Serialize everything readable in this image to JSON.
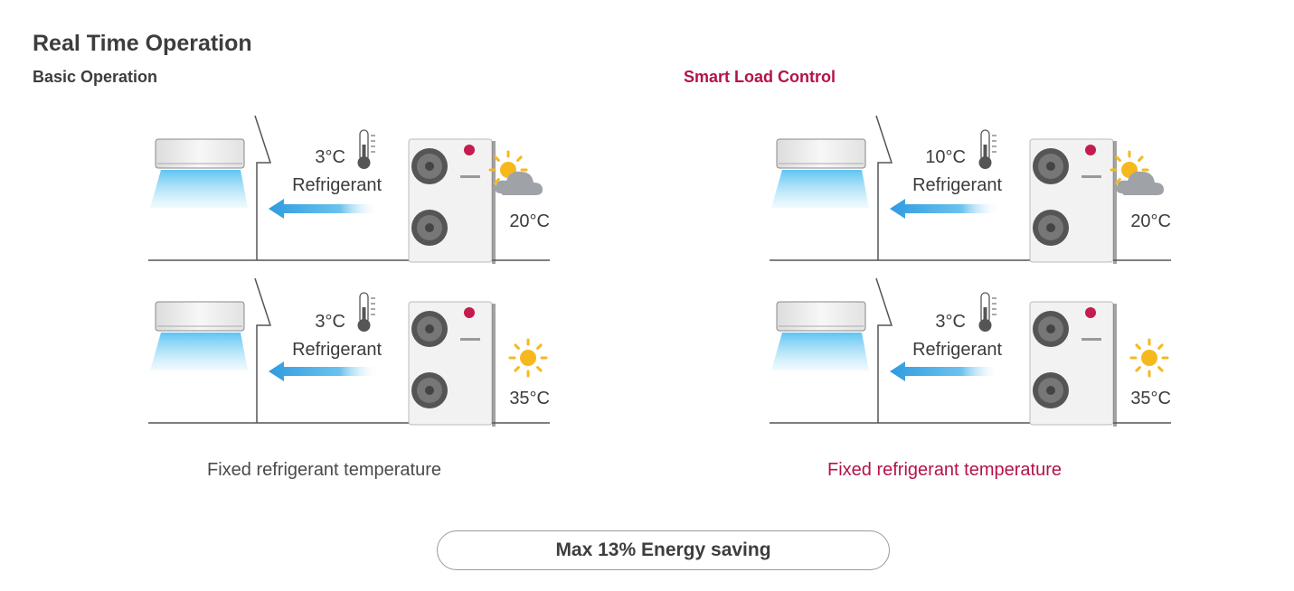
{
  "header": {
    "title": "Real Time Operation",
    "left_subtitle": "Basic Operation",
    "right_subtitle": "Smart Load Control"
  },
  "left_column": {
    "caption": "Fixed refrigerant temperature",
    "scenes": [
      {
        "refrigerant_temp": "3°C",
        "refrigerant_label": "Refrigerant",
        "outdoor_temp": "20°C",
        "weather": "partly-cloudy"
      },
      {
        "refrigerant_temp": "3°C",
        "refrigerant_label": "Refrigerant",
        "outdoor_temp": "35°C",
        "weather": "sunny"
      }
    ]
  },
  "right_column": {
    "caption": "Fixed refrigerant temperature",
    "scenes": [
      {
        "refrigerant_temp": "10°C",
        "refrigerant_label": "Refrigerant",
        "outdoor_temp": "20°C",
        "weather": "partly-cloudy"
      },
      {
        "refrigerant_temp": "3°C",
        "refrigerant_label": "Refrigerant",
        "outdoor_temp": "35°C",
        "weather": "sunny"
      }
    ]
  },
  "footer": {
    "badge": "Max 13% Energy saving"
  },
  "colors": {
    "accent": "#b5124a",
    "arrow": "#3aa3e3",
    "airflow": "#8fd3f5",
    "sun": "#f5b91e",
    "cloud": "#9fa3a7"
  }
}
